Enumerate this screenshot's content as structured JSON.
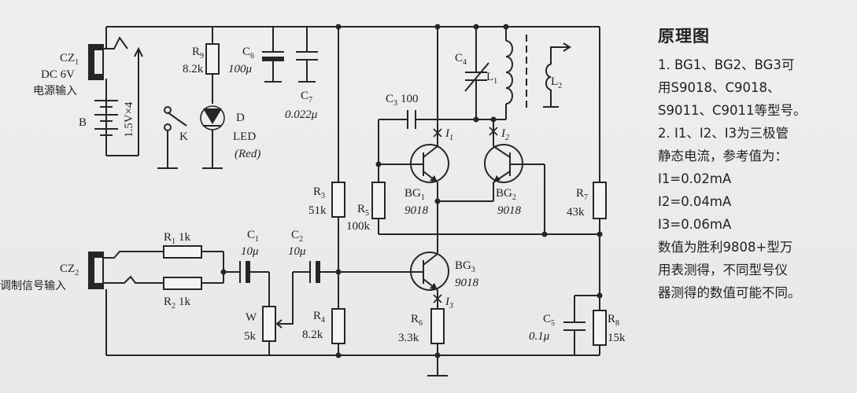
{
  "notes": {
    "title": "原理图",
    "lines": [
      "1. BG1、BG2、BG3可",
      "用S9018、C9018、",
      "S9011、C9011等型号。",
      "2. I1、I2、I3为三极管",
      "静态电流，参考值为：",
      "I1=0.02mA",
      "I2=0.04mA",
      "I3=0.06mA",
      "数值为胜利9808+型万",
      "用表测得，不同型号仪",
      "器测得的数值可能不同。"
    ]
  },
  "components": {
    "cz1": {
      "ref": "CZ",
      "sub": "1",
      "value": "DC 6V",
      "desc": "电源输入"
    },
    "battery": {
      "ref": "B",
      "value": "1.5V×4"
    },
    "switch": {
      "ref": "K"
    },
    "r9": {
      "ref": "R",
      "sub": "9",
      "value": "8.2k"
    },
    "led": {
      "ref": "D",
      "type": "LED",
      "color": "(Red)"
    },
    "c6": {
      "ref": "C",
      "sub": "6",
      "value": "100μ"
    },
    "c7": {
      "ref": "C",
      "sub": "7",
      "value": "0.022μ"
    },
    "c3": {
      "ref": "C",
      "sub": "3",
      "value": "100"
    },
    "c4": {
      "ref": "C",
      "sub": "4"
    },
    "l1": {
      "ref": "L",
      "sub": "1"
    },
    "l2": {
      "ref": "L",
      "sub": "2"
    },
    "i1": {
      "ref": "I",
      "sub": "1"
    },
    "i2": {
      "ref": "I",
      "sub": "2"
    },
    "i3": {
      "ref": "I",
      "sub": "3"
    },
    "bg1": {
      "ref": "BG",
      "sub": "1",
      "value": "9018"
    },
    "bg2": {
      "ref": "BG",
      "sub": "2",
      "value": "9018"
    },
    "bg3": {
      "ref": "BG",
      "sub": "3",
      "value": "9018"
    },
    "r3": {
      "ref": "R",
      "sub": "3",
      "value": "51k"
    },
    "r5": {
      "ref": "R",
      "sub": "5",
      "value": "100k"
    },
    "r7": {
      "ref": "R",
      "sub": "7",
      "value": "43k"
    },
    "r1": {
      "ref": "R",
      "sub": "1",
      "value": "1k"
    },
    "r2": {
      "ref": "R",
      "sub": "2",
      "value": "1k"
    },
    "c1": {
      "ref": "C",
      "sub": "1",
      "value": "10μ"
    },
    "c2": {
      "ref": "C",
      "sub": "2",
      "value": "10μ"
    },
    "cz2": {
      "ref": "CZ",
      "sub": "2",
      "desc": "调制信号输入"
    },
    "w": {
      "ref": "W",
      "value": "5k"
    },
    "r4": {
      "ref": "R",
      "sub": "4",
      "value": "8.2k"
    },
    "r6": {
      "ref": "R",
      "sub": "6",
      "value": "3.3k"
    },
    "c5": {
      "ref": "C",
      "sub": "5",
      "value": "0.1μ"
    },
    "r8": {
      "ref": "R",
      "sub": "8",
      "value": "15k"
    }
  }
}
